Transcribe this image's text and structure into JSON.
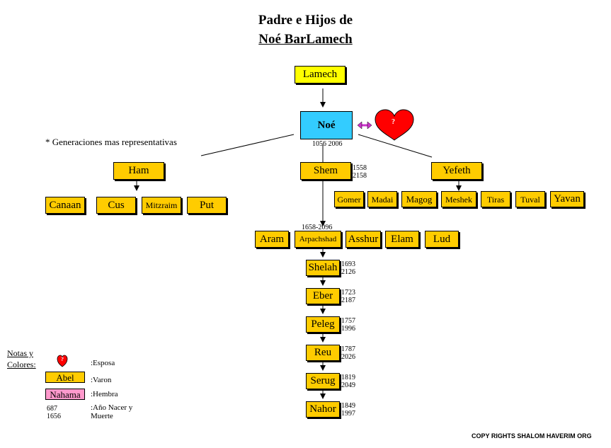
{
  "title": {
    "line1": "Padre e Hijos de",
    "line2": "Noé BarLamech"
  },
  "note_generations": "* Generaciones mas representativas",
  "persons": {
    "lamech": "Lamech",
    "noe": "Noé",
    "noe_years": "1056 2006",
    "ham": "Ham",
    "shem": "Shem",
    "shem_years": [
      "1558",
      "2158"
    ],
    "yefeth": "Yefeth",
    "ham_children": [
      "Canaan",
      "Cus",
      "Mitzraim",
      "Put"
    ],
    "yefeth_children": [
      "Gomer",
      "Madai",
      "Magog",
      "Meshek",
      "Tiras",
      "Tuval",
      "Yavan"
    ],
    "shem_children": [
      "Aram",
      "Arpachshad",
      "Asshur",
      "Elam",
      "Lud"
    ],
    "arpachshad_years": "1658-2096",
    "line": [
      {
        "name": "Shelah",
        "born": "1693",
        "died": "2126"
      },
      {
        "name": "Eber",
        "born": "1723",
        "died": "2187"
      },
      {
        "name": "Peleg",
        "born": "1757",
        "died": "1996"
      },
      {
        "name": "Reu",
        "born": "1787",
        "died": "2026"
      },
      {
        "name": "Serug",
        "born": "1819",
        "died": "2049"
      },
      {
        "name": "Nahor",
        "born": "1849",
        "died": "1997"
      }
    ]
  },
  "heart_mark": "?",
  "legend": {
    "title_line1": "Notas y",
    "title_line2": "Colores:",
    "esposa": ":Esposa",
    "varon_sample": "Abel",
    "varon": ":Varon",
    "hembra_sample": "Nahama",
    "hembra": ":Hembra",
    "year_sample": [
      "687",
      "1656"
    ],
    "year_label": [
      ":Año Nacer y",
      "Muerte"
    ]
  },
  "copyright": "COPY RIGHTS SHALOM HAVERIM ORG",
  "colors": {
    "male": "#ffcc00",
    "root": "#ffff00",
    "noe": "#33ccff",
    "female": "#ff99cc",
    "heart": "#ff0000",
    "link": "#cc33cc"
  }
}
